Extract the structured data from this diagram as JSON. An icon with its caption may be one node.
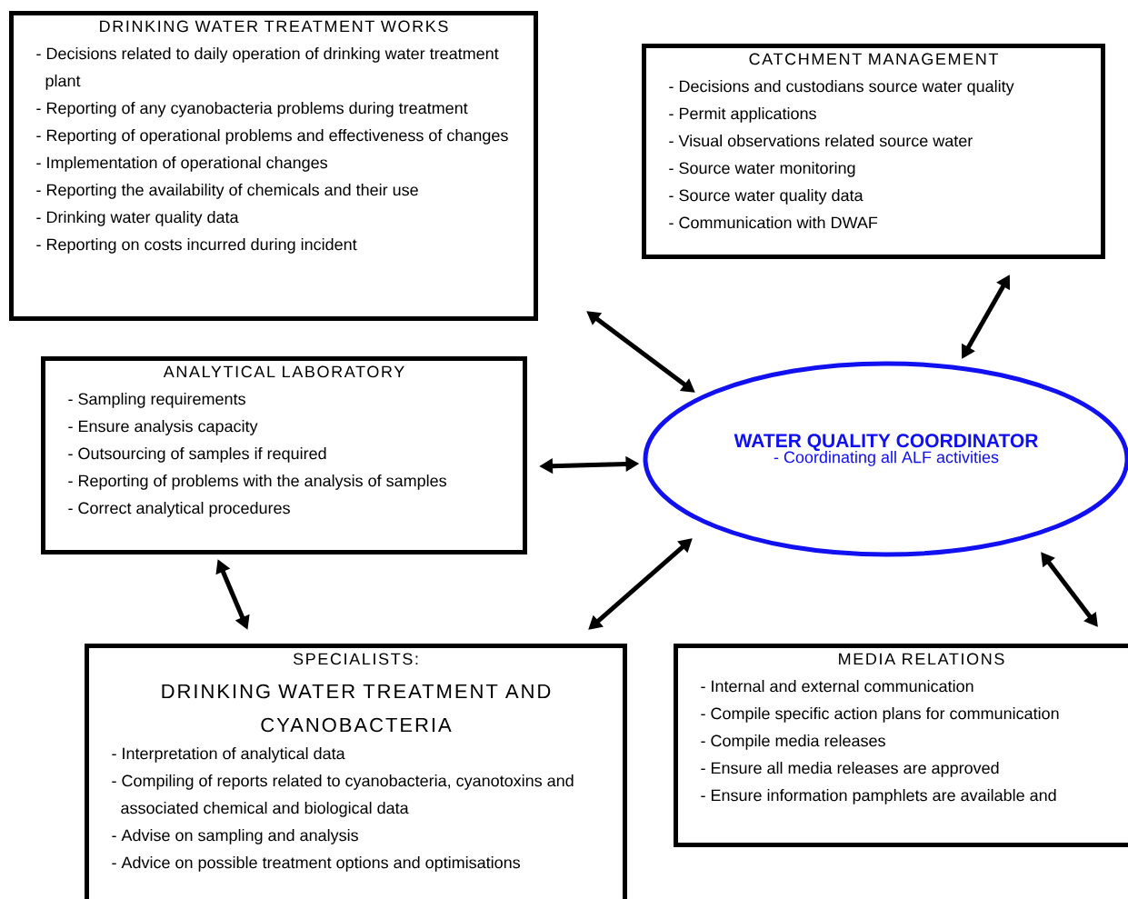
{
  "diagram": {
    "nodes": [
      {
        "text": [
          "DRINKING WATER TREATMENT WORKS",
          "- Decisions related to daily operation of drinking water treatment plant",
          "- Reporting of any cyanobacteria problems during treatment",
          "- Reporting of operational problems and effectiveness of changes",
          "- Implementation of operational changes",
          "- Reporting the availability of chemicals and their use",
          "- Drinking water quality data",
          "- Reporting on costs incurred during incident"
        ]
      },
      {
        "text": [
          "CATCHMENT MANAGEMENT",
          "- Decisions and custodians source water quality",
          "- Permit applications",
          "- Visual observations related source water",
          "- Source water monitoring",
          "- Source water quality data",
          "- Communication with DWAF"
        ]
      },
      {
        "text": [
          "ANALYTICAL LABORATORY",
          "- Sampling requirements",
          "- Ensure analysis capacity",
          "- Outsourcing of samples if required",
          "- Reporting of problems with the analysis of samples",
          "- Correct analytical procedures"
        ]
      },
      {
        "text": [
          "WATER QUALITY COORDINATOR",
          "- Coordinating all ALF activities"
        ]
      },
      {
        "text": [
          "SPECIALISTS:",
          "DRINKING WATER TREATMENT AND CYANOBACTERIA",
          "- Interpretation of analytical data",
          "- Compiling of reports related to cyanobacteria, cyanotoxins and associated chemical and biological data",
          "- Advise on sampling and analysis",
          "- Advice on possible treatment options and optimisations"
        ]
      },
      {
        "text": [
          "MEDIA RELATIONS",
          "- Internal and external communication",
          "- Compile specific action plans for communication",
          "- Compile media releases",
          "- Ensure all media releases are approved",
          "- Ensure information pamphlets are available and"
        ]
      }
    ],
    "edges": [
      {
        "from": 0,
        "to": 3,
        "arrow": "both"
      },
      {
        "from": 1,
        "to": 3,
        "arrow": "both"
      },
      {
        "from": 2,
        "to": 3,
        "arrow": "both"
      },
      {
        "from": 2,
        "to": 4,
        "arrow": "both"
      },
      {
        "from": 4,
        "to": 3,
        "arrow": "both"
      },
      {
        "from": 5,
        "to": 3,
        "arrow": "both"
      }
    ]
  }
}
